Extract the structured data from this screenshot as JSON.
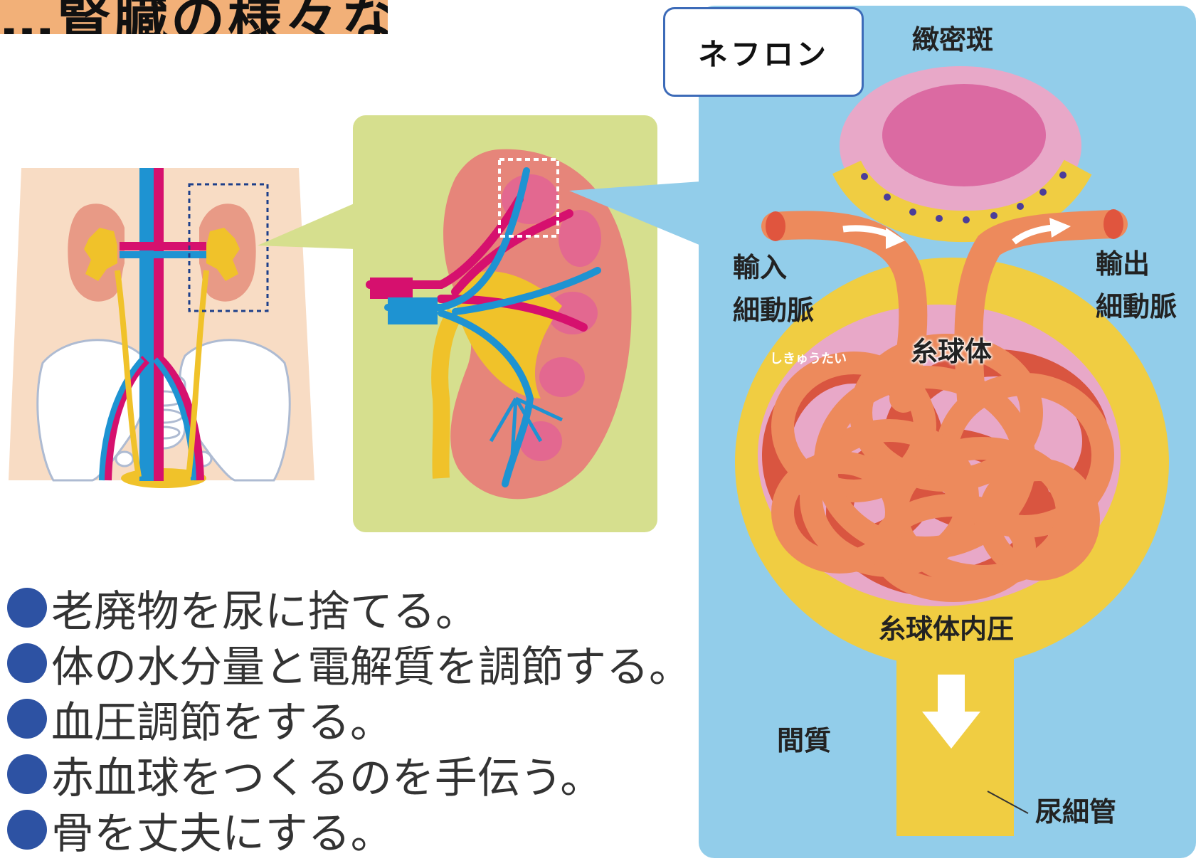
{
  "title": "…腎臓の様々な働き",
  "nephron_heading": "ネフロン",
  "labels": {
    "macula_densa": "緻密斑",
    "afferent_line1": "輸入",
    "afferent_line2": "細動脈",
    "efferent_line1": "輸出",
    "efferent_line2": "細動脈",
    "glomerulus": "糸球体",
    "glomerulus_reading": "しきゅうたい",
    "glomerular_pressure": "糸球体内圧",
    "interstitium": "間質",
    "tubule": "尿細管"
  },
  "functions": [
    "老廃物を尿に捨てる。",
    "体の水分量と電解質を調節する。",
    "血圧調節をする。",
    "赤血球をつくるのを手伝う。",
    "骨を丈夫にする。"
  ],
  "colors": {
    "banner": "#f2b078",
    "nephron_bg": "#92cdea",
    "kidney_panel": "#d6df8e",
    "body_skin": "#f8dcc4",
    "vessel_red": "#d6106e",
    "vessel_blue": "#1e93d2",
    "ureter_yellow": "#f0c22a",
    "capsule_yellow": "#f0cd42",
    "capsule_pink": "#e8a8c8",
    "capillary": "#ed8a5c",
    "bullet_blue": "#2d52a3"
  }
}
